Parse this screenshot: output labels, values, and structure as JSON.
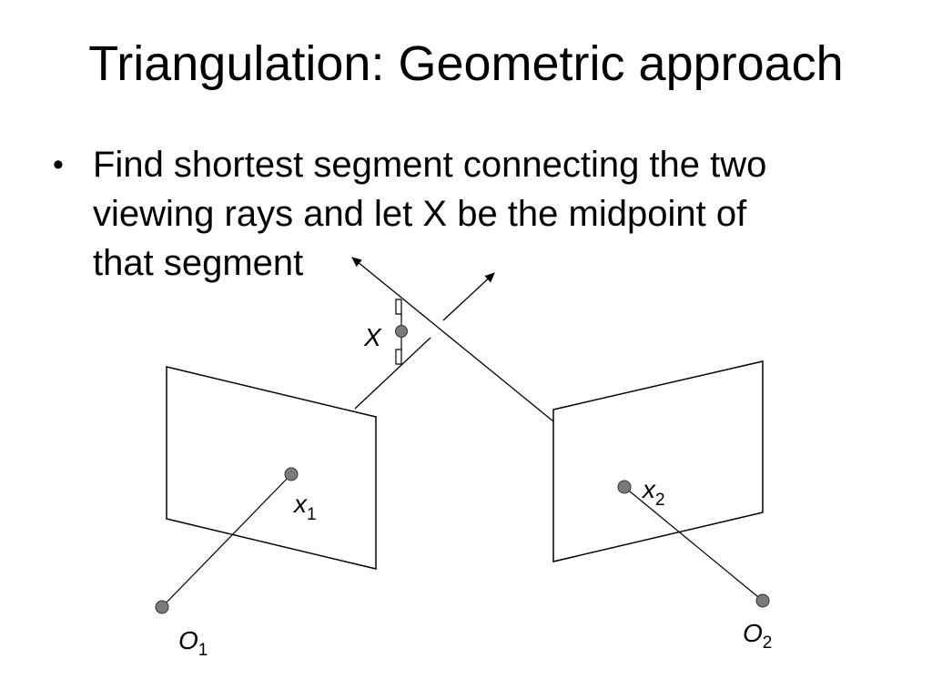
{
  "title": "Triangulation: Geometric approach",
  "bullets": [
    {
      "lines": [
        "Find shortest segment connecting the two",
        "viewing rays and let X be the midpoint of",
        "that segment"
      ]
    }
  ],
  "bullet_symbol": "•",
  "diagram": {
    "labels": {
      "X": "X",
      "x1_base": "x",
      "x1_sub": "1",
      "x2_base": "x",
      "x2_sub": "2",
      "O1_base": "O",
      "O1_sub": "1",
      "O2_base": "O",
      "O2_sub": "2"
    },
    "colors": {
      "point_fill": "#7a7a7a",
      "stroke": "#000000"
    }
  }
}
